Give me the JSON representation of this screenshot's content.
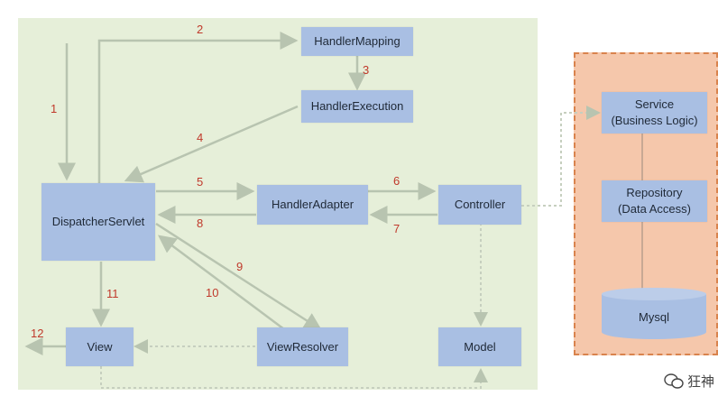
{
  "nodes": {
    "handler_mapping": "HandlerMapping",
    "handler_execution": "HandlerExecution",
    "dispatcher_servlet": "DispatcherServlet",
    "handler_adapter": "HandlerAdapter",
    "controller": "Controller",
    "view": "View",
    "view_resolver": "ViewResolver",
    "model": "Model",
    "service": "Service\n(Business Logic)",
    "repository": "Repository\n(Data Access)",
    "mysql": "Mysql"
  },
  "steps": [
    "1",
    "2",
    "3",
    "4",
    "5",
    "6",
    "7",
    "8",
    "9",
    "10",
    "11",
    "12"
  ],
  "watermark": "狂神"
}
